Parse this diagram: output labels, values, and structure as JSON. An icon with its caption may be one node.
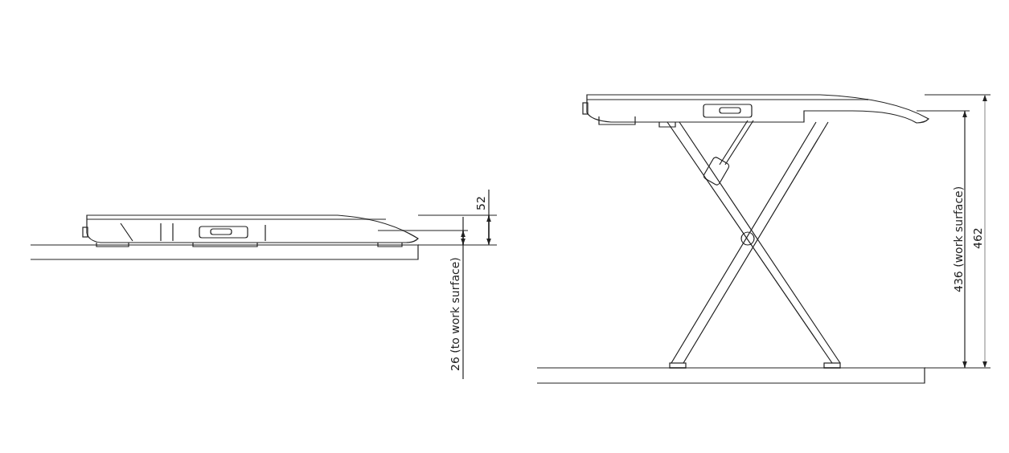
{
  "diagram": {
    "labels": [
      "52",
      "26 (to work surface)",
      "436 (work surface)",
      "462"
    ]
  }
}
